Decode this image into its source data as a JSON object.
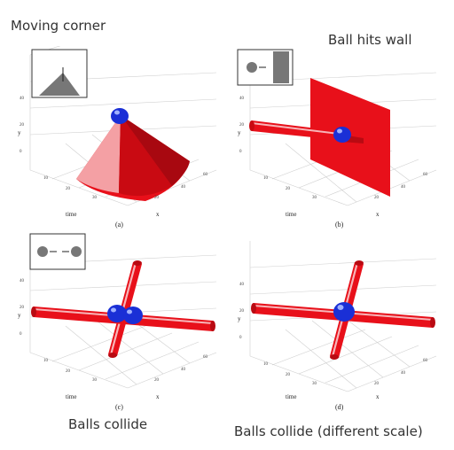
{
  "panels": [
    {
      "title": "Moving corner",
      "sublabel": "(a)",
      "ylabel": "y",
      "xlabel": "x",
      "tlabel": "time"
    },
    {
      "title": "Ball hits wall",
      "sublabel": "(b)",
      "ylabel": "y",
      "xlabel": "x",
      "tlabel": "time"
    },
    {
      "title": "Balls collide",
      "sublabel": "(c)",
      "ylabel": "y",
      "xlabel": "x",
      "tlabel": "time"
    },
    {
      "title": "Balls collide (different scale)",
      "sublabel": "(d)",
      "ylabel": "y",
      "xlabel": "x",
      "tlabel": "time"
    }
  ],
  "colors": {
    "surface": "#e8101a",
    "ball": "#1a2fd6",
    "grid": "#cfcfcf",
    "inset_fill": "#777777"
  }
}
